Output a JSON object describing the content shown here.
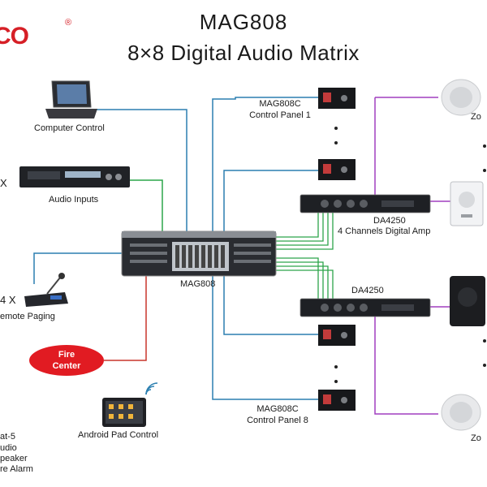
{
  "header": {
    "title": "MAG808",
    "subtitle": "8×8 Digital Audio Matrix",
    "logo_text": "CO",
    "logo_mark": "®"
  },
  "inputs": {
    "computer": "Computer Control",
    "audio_qty": "X",
    "audio": "Audio Inputs",
    "paging_qty": "4 X",
    "paging": "emote Paging",
    "fire_line1": "Fire",
    "fire_line2": "Center",
    "pad": "Android Pad Control"
  },
  "center": {
    "matrix_label": "MAG808"
  },
  "panels": {
    "panel1_model": "MAG808C",
    "panel1_name": "Control Panel 1",
    "panel8_model": "MAG808C",
    "panel8_name": "Control Panel 8"
  },
  "amps": {
    "amp1_model": "DA4250",
    "amp1_desc": "4 Channels Digital Amp",
    "amp2_model": "DA4250"
  },
  "zones": {
    "zone_top": "Zo",
    "zone_bottom": "Zo"
  },
  "legend": {
    "line1": "at-5",
    "line2": "udio",
    "line3": "peaker",
    "line4": "re Alarm"
  },
  "colors": {
    "blue_wire": "#2b7fb0",
    "green_wire": "#2ca54a",
    "red_wire": "#c8352c",
    "purple_wire": "#a13fbf",
    "brand_red": "#d61f26"
  }
}
